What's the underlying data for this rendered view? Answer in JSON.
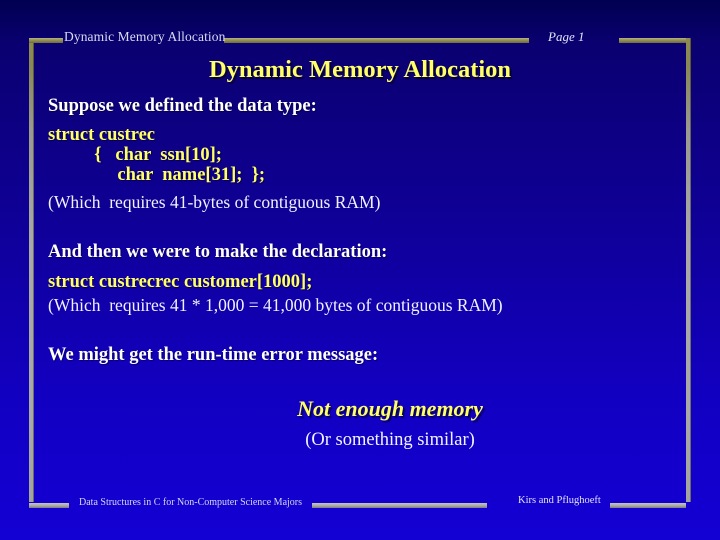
{
  "slide": {
    "background_top_color": "#000050",
    "background_bottom_color": "#1300d2",
    "accent_yellow": "#ffff66",
    "frame_olive_color": "#8d8a52",
    "frame_grey_color": "#a9a9a9"
  },
  "header": {
    "title": "Dynamic Memory Allocation",
    "page_label": "Page 1"
  },
  "title": "Dynamic Memory Allocation",
  "body": {
    "line1": "Suppose we defined the data type:",
    "code1_line1": "struct custrec",
    "code1_line2": "          {   char  ssn[10];",
    "code1_line3": "               char  name[31];  };",
    "note1": "(Which  requires 41-bytes of contiguous RAM)",
    "line2": "And then we were to make the declaration:",
    "code2": "struct custrecrec customer[1000];",
    "note2": "(Which  requires 41 * 1,000 = 41,000 bytes of contiguous RAM)",
    "line3": "We might get the run-time error message:",
    "emphasis": "Not enough memory",
    "emphasis_note": "(Or something similar)"
  },
  "footer": {
    "left": "Data Structures in C for Non-Computer Science Majors",
    "right": "Kirs and Pflughoeft"
  }
}
